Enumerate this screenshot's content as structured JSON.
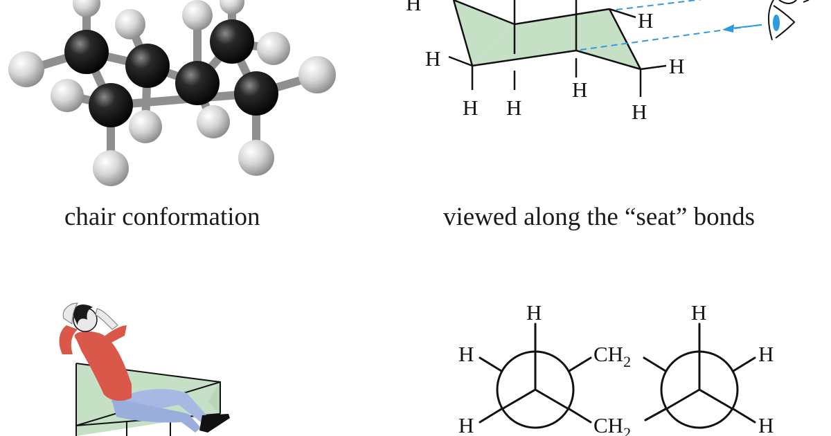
{
  "captions": {
    "chair": "chair conformation",
    "seat_view": "viewed along the “seat” bonds"
  },
  "atoms": {
    "hydrogen": "H",
    "methylene": "CH",
    "methylene_subscript": "2"
  },
  "colors": {
    "carbon": "#1c1c1c",
    "hydrogen": "#cfcfcf",
    "bond": "#9a9a9a",
    "ring_fill": "#c5e0c5",
    "sight_line": "#2e9be0",
    "eye": "#2e9be0",
    "person_shirt": "#d9584a",
    "person_pants": "#a7b9e3",
    "person_hair": "#1a1a1a",
    "person_skin": "#e9e9e9",
    "ink": "#111111"
  },
  "icons": {
    "eye": "eye-icon",
    "sight_arrow": "arrow-left-icon",
    "person": "reclining-person-icon"
  }
}
